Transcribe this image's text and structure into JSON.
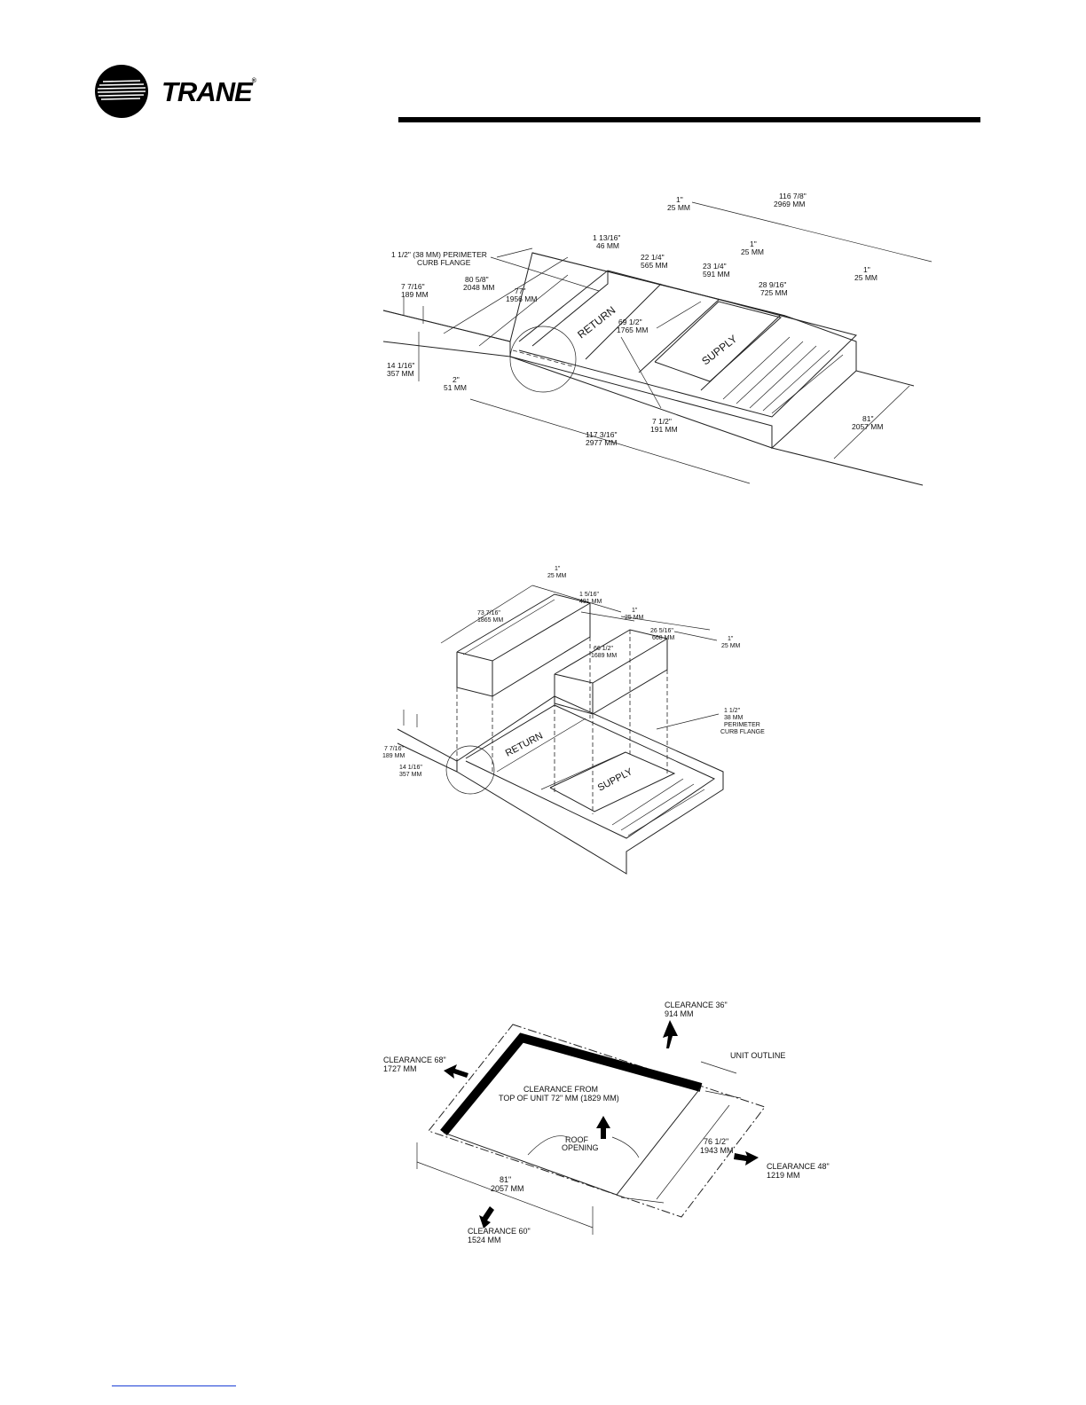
{
  "header": {
    "brand": "TRANE",
    "registered": "®"
  },
  "figure1": {
    "labels": {
      "return": "RETURN",
      "supply": "SUPPLY"
    },
    "dims": {
      "flange_a": "1 1/2\" (38 MM) PERIMETER",
      "flange_b": "CURB FLANGE",
      "d1_in": "7 7/16\"",
      "d1_mm": "189 MM",
      "d2_in": "14 1/16\"",
      "d2_mm": "357 MM",
      "d3_in": "2\"",
      "d3_mm": "51 MM",
      "d4_in": "80 5/8\"",
      "d4_mm": "2048 MM",
      "d5_in": "77\"",
      "d5_mm": "1956 MM",
      "d6_in": "1 13/16\"",
      "d6_mm": "46 MM",
      "d7_in": "1\"",
      "d7_mm": "25 MM",
      "d8_in": "22 1/4\"",
      "d8_mm": "565 MM",
      "d9_in": "1\"",
      "d9_mm": "25 MM",
      "d10_in": "23 1/4\"",
      "d10_mm": "591 MM",
      "d11_in": "116 7/8\"",
      "d11_mm": "2969 MM",
      "d12_in": "28 9/16\"",
      "d12_mm": "725 MM",
      "d13_in": "1\"",
      "d13_mm": "25 MM",
      "d14_in": "69 1/2\"",
      "d14_mm": "1765 MM",
      "d15_in": "7 1/2\"",
      "d15_mm": "191 MM",
      "d16_in": "117 3/16\"",
      "d16_mm": "2977 MM",
      "d17_in": "81\"",
      "d17_mm": "2057 MM"
    }
  },
  "figure2": {
    "labels": {
      "return": "RETURN",
      "supply": "SUPPLY"
    },
    "dims": {
      "a_in": "1\"",
      "a_mm": "25 MM",
      "b_in": "73 7/16\"",
      "b_mm": "1865 MM",
      "c_in": "1  5/16\"",
      "c_mm": "491 MM",
      "d_in": "1\"",
      "d_mm": "25 MM",
      "e_in": "26 5/16\"",
      "e_mm": "668 MM",
      "f_in": "1\"",
      "f_mm": "25 MM",
      "g_in": "66 1/2\"",
      "g_mm": "1689 MM",
      "h_in": "1 1/2\"",
      "h_mm": "38 MM",
      "h_c": "PERIMETER",
      "h_d": "CURB FLANGE",
      "i_in": "7 7/16\"",
      "i_mm": "189 MM",
      "j_in": "14 1/16\"",
      "j_mm": "357 MM"
    }
  },
  "figure3": {
    "clearance_top": {
      "a": "CLEARANCE 36\"",
      "b": "914 MM"
    },
    "clearance_left": {
      "a": "CLEARANCE 68\"",
      "b": "1727 MM"
    },
    "clearance_right": {
      "a": "CLEARANCE 48\"",
      "b": "1219 MM"
    },
    "clearance_bottom": {
      "a": "CLEARANCE 60\"",
      "b": "1524 MM"
    },
    "unit_outline": "UNIT OUTLINE",
    "center_a": "CLEARANCE FROM",
    "center_b": "TOP OF UNIT 72\" MM (1829 MM)",
    "roof_a": "ROOF",
    "roof_b": "OPENING",
    "width_in": "76 1/2\"",
    "width_mm": "1943 MM",
    "length_in": "81\"",
    "length_mm": "2057 MM"
  }
}
